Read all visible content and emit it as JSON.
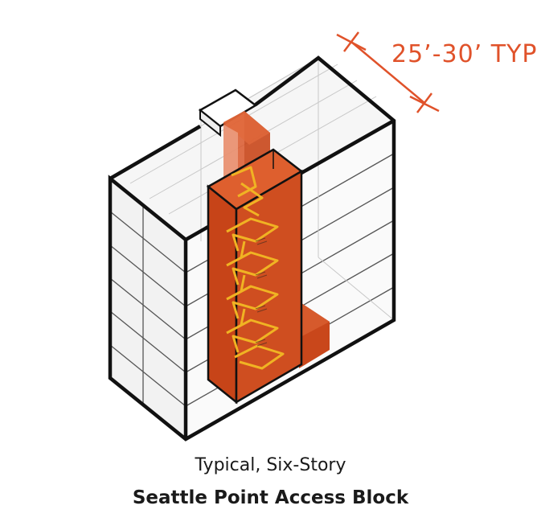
{
  "diagram": {
    "dimension_label": "25’-30’ TYP",
    "accent_color": "#e0522a",
    "core_color": "#c9471b",
    "stair_line_color": "#f0b323",
    "outline_color": "#111111",
    "stories": 6
  },
  "caption": {
    "line1": "Typical, Six-Story",
    "line2": "Seattle Point Access Block"
  }
}
